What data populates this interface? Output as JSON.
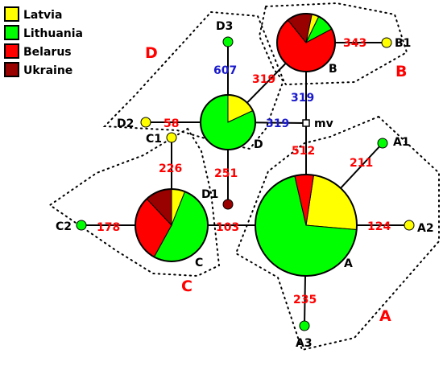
{
  "legend": [
    {
      "label": "Latvia",
      "color": "#ffff00"
    },
    {
      "label": "Lithuania",
      "color": "#00ff00"
    },
    {
      "label": "Belarus",
      "color": "#ff0000"
    },
    {
      "label": "Ukraine",
      "color": "#990000"
    }
  ],
  "colors": {
    "latvia": "#ffff00",
    "lithuania": "#00ff00",
    "belarus": "#ff0000",
    "ukraine": "#990000",
    "edge_red_label": "#ff0000",
    "edge_blue_label": "#1a1acc"
  },
  "nodes": {
    "A": {
      "label": "A",
      "shares": {
        "latvia": 0.24,
        "lithuania": 0.7,
        "belarus": 0.06,
        "ukraine": 0.0
      }
    },
    "B": {
      "label": "B",
      "shares": {
        "latvia": 0.04,
        "lithuania": 0.1,
        "belarus": 0.72,
        "ukraine": 0.14
      }
    },
    "C": {
      "label": "C",
      "shares": {
        "latvia": 0.06,
        "lithuania": 0.52,
        "belarus": 0.3,
        "ukraine": 0.12
      }
    },
    "D": {
      "label": "D",
      "shares": {
        "latvia": 0.18,
        "lithuania": 0.82,
        "belarus": 0.0,
        "ukraine": 0.0
      }
    },
    "A1": {
      "label": "A1",
      "color": "#00ff00"
    },
    "A2": {
      "label": "A2",
      "color": "#ffff00"
    },
    "A3": {
      "label": "A3",
      "color": "#00ff00"
    },
    "B1": {
      "label": "B1",
      "color": "#ffff00"
    },
    "C1": {
      "label": "C1",
      "color": "#ffff00"
    },
    "C2": {
      "label": "C2",
      "color": "#00ff00"
    },
    "D1": {
      "label": "D1",
      "color": "#990000"
    },
    "D2": {
      "label": "D2",
      "color": "#ffff00"
    },
    "D3": {
      "label": "D3",
      "color": "#00ff00"
    },
    "mv": {
      "label": "mv"
    }
  },
  "edges": [
    {
      "label": "343"
    },
    {
      "label": "319"
    },
    {
      "label": "319"
    },
    {
      "label": "607"
    },
    {
      "label": "58"
    },
    {
      "label": "319"
    },
    {
      "label": "512"
    },
    {
      "label": "251"
    },
    {
      "label": "226"
    },
    {
      "label": "211"
    },
    {
      "label": "124"
    },
    {
      "label": "235"
    },
    {
      "label": "103"
    },
    {
      "label": "178"
    }
  ],
  "groups": [
    {
      "label": "A"
    },
    {
      "label": "B"
    },
    {
      "label": "C"
    },
    {
      "label": "D"
    }
  ]
}
